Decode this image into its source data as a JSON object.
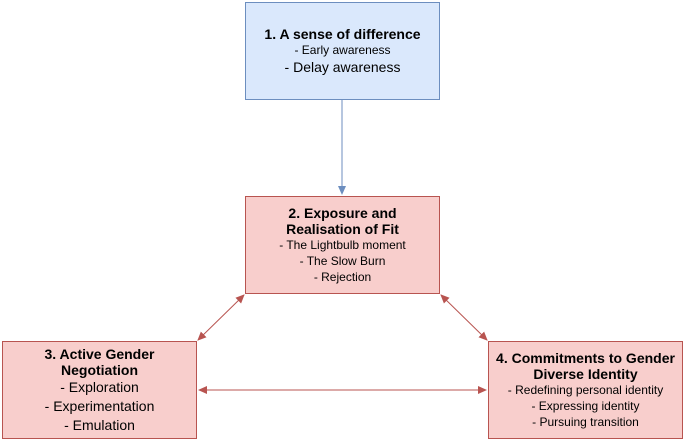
{
  "colors": {
    "blue_fill": "#dae8fc",
    "blue_stroke": "#6c8ebf",
    "red_fill": "#f8cecc",
    "red_stroke": "#b85450"
  },
  "nodes": [
    {
      "title": "1. A sense of difference",
      "items": [
        "- Early awareness",
        "- Delay awareness"
      ]
    },
    {
      "title": "2. Exposure and Realisation of Fit",
      "items": [
        "- The Lightbulb moment",
        "- The Slow Burn",
        "- Rejection"
      ]
    },
    {
      "title": "3. Active Gender Negotiation",
      "items": [
        "- Exploration",
        "- Experimentation",
        "- Emulation"
      ]
    },
    {
      "title": "4. Commitments to Gender Diverse Identity",
      "items": [
        "- Redefining personal identity",
        "- Expressing identity",
        "- Pursuing transition"
      ]
    }
  ],
  "edges": [
    {
      "from": 1,
      "to": 2,
      "direction": "forward",
      "color": "#6c8ebf"
    },
    {
      "from": 2,
      "to": 3,
      "direction": "both",
      "color": "#b85450"
    },
    {
      "from": 2,
      "to": 4,
      "direction": "both",
      "color": "#b85450"
    },
    {
      "from": 3,
      "to": 4,
      "direction": "both",
      "color": "#b85450"
    }
  ]
}
